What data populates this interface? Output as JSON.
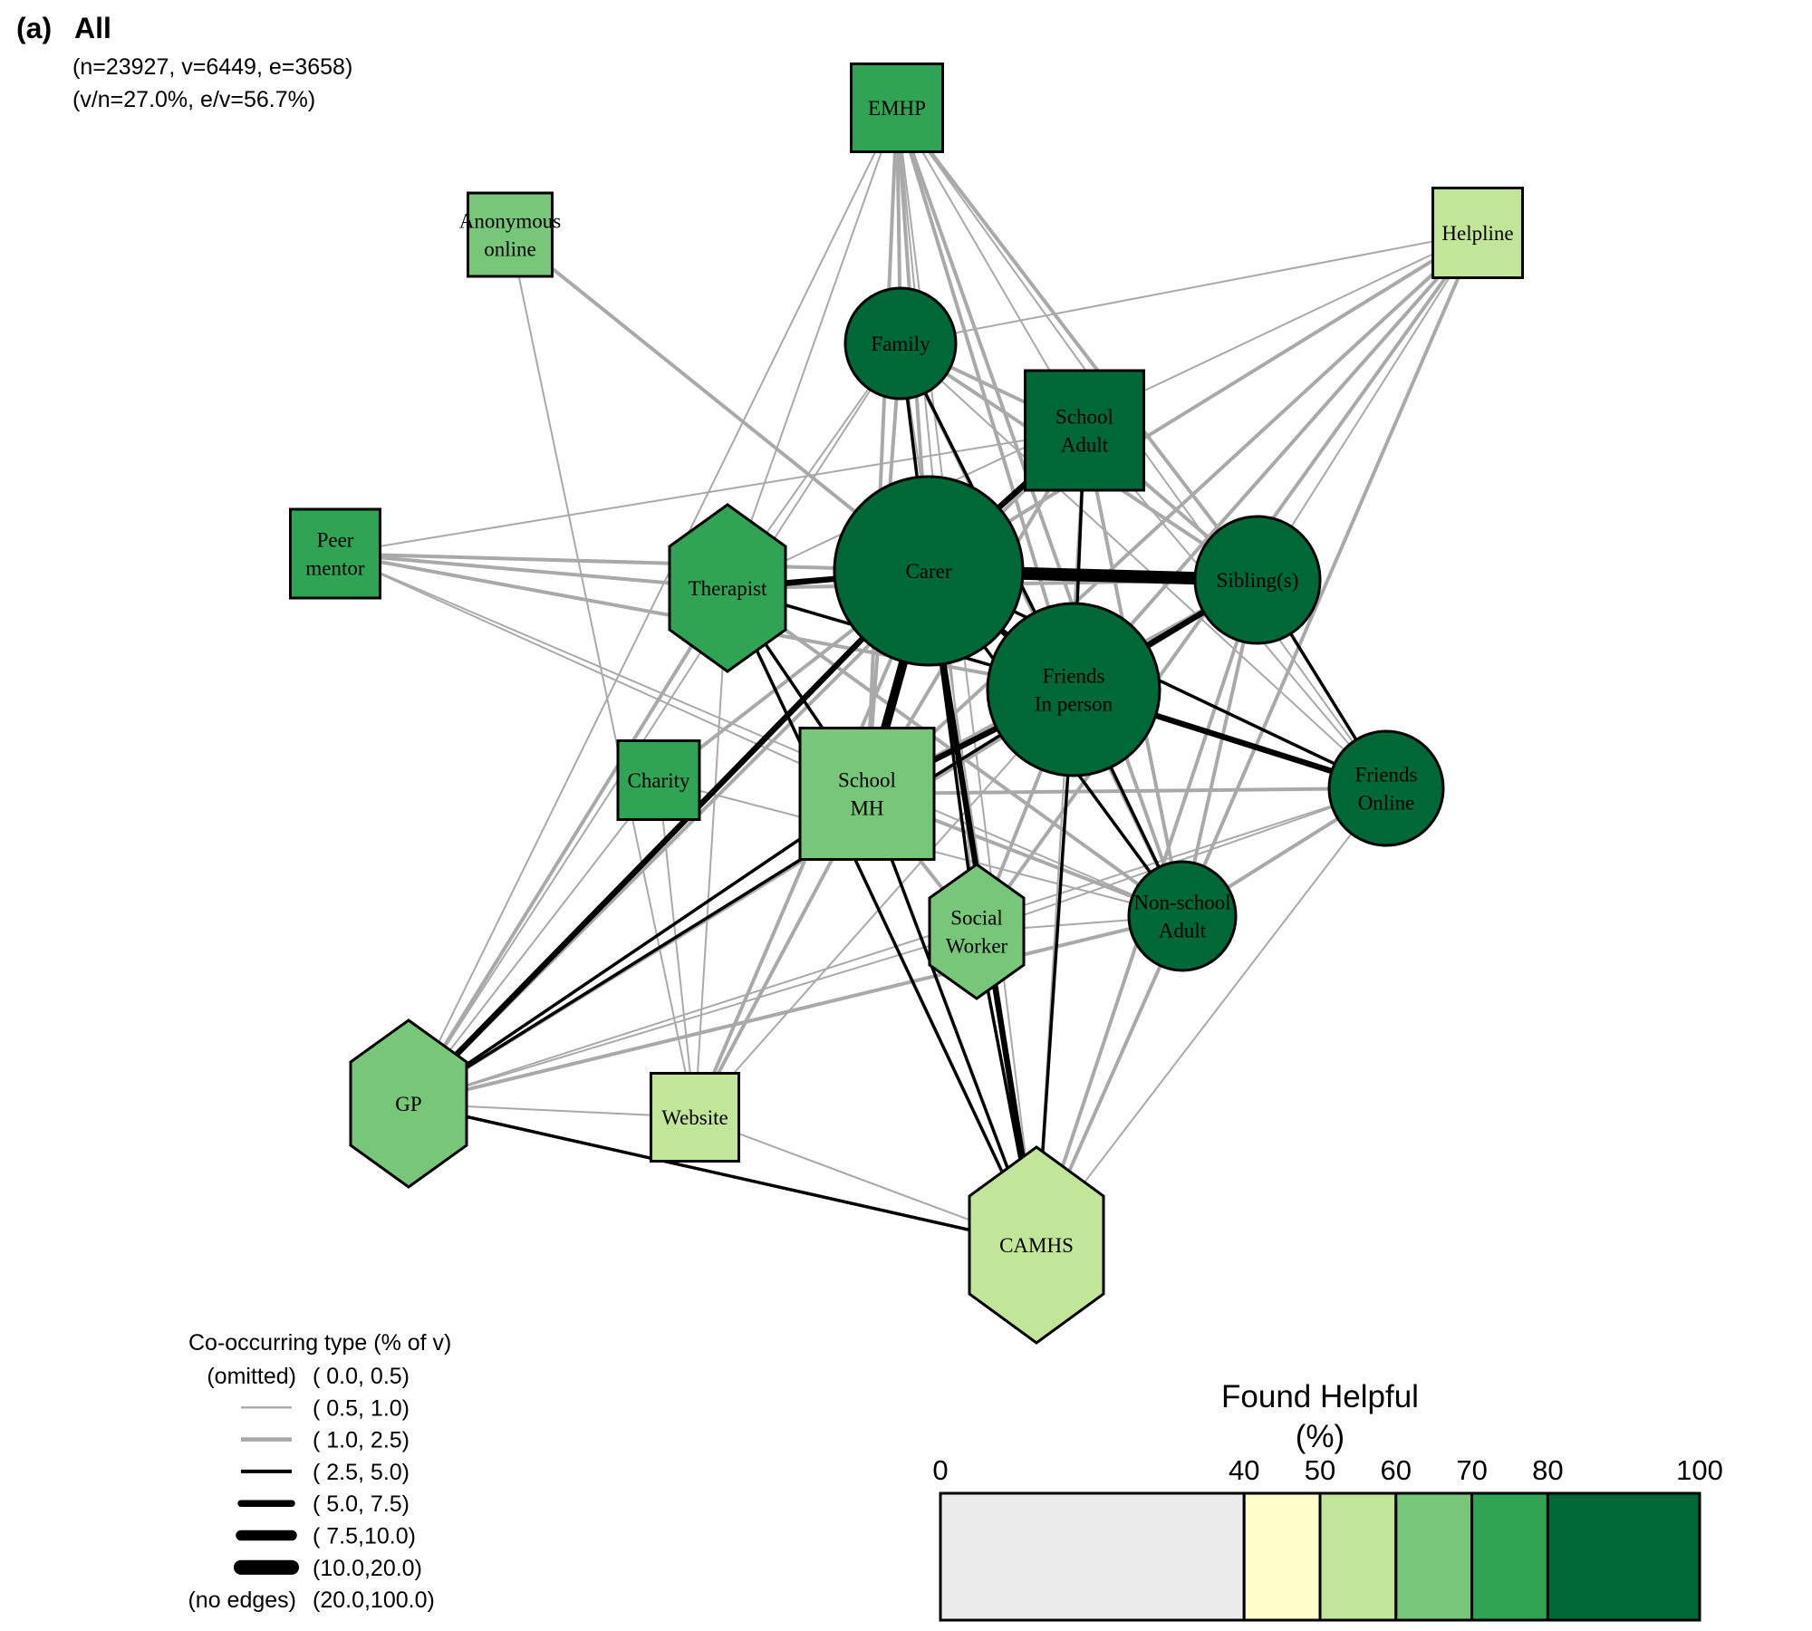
{
  "header": {
    "tag": "(a)",
    "title": "All",
    "stats_line1": "(n=23927, v=6449, e=3658)",
    "stats_line2": "(v/n=27.0%, e/v=56.7%)"
  },
  "chart_data": {
    "type": "network",
    "title": "All",
    "nodes": [
      {
        "id": "emhp",
        "label": [
          "EMHP"
        ],
        "shape": "square",
        "helpful_bin": "70-80"
      },
      {
        "id": "anon",
        "label": [
          "Anonymous",
          "online"
        ],
        "shape": "square",
        "helpful_bin": "60-70"
      },
      {
        "id": "helpline",
        "label": [
          "Helpline"
        ],
        "shape": "square",
        "helpful_bin": "50-60"
      },
      {
        "id": "family",
        "label": [
          "Family"
        ],
        "shape": "circle",
        "helpful_bin": "80-100"
      },
      {
        "id": "schooladult",
        "label": [
          "School",
          "Adult"
        ],
        "shape": "square",
        "helpful_bin": "80-100"
      },
      {
        "id": "peer",
        "label": [
          "Peer",
          "mentor"
        ],
        "shape": "square",
        "helpful_bin": "70-80"
      },
      {
        "id": "therapist",
        "label": [
          "Therapist"
        ],
        "shape": "hexagon",
        "helpful_bin": "70-80"
      },
      {
        "id": "carer",
        "label": [
          "Carer"
        ],
        "shape": "circle",
        "helpful_bin": "80-100"
      },
      {
        "id": "sibling",
        "label": [
          "Sibling(s)"
        ],
        "shape": "circle",
        "helpful_bin": "80-100"
      },
      {
        "id": "friendsip",
        "label": [
          "Friends",
          "In person"
        ],
        "shape": "circle",
        "helpful_bin": "80-100"
      },
      {
        "id": "charity",
        "label": [
          "Charity"
        ],
        "shape": "square",
        "helpful_bin": "70-80"
      },
      {
        "id": "schoolmh",
        "label": [
          "School",
          "MH"
        ],
        "shape": "square",
        "helpful_bin": "60-70"
      },
      {
        "id": "friendsonline",
        "label": [
          "Friends",
          "Online"
        ],
        "shape": "circle",
        "helpful_bin": "80-100"
      },
      {
        "id": "social",
        "label": [
          "Social",
          "Worker"
        ],
        "shape": "hexagon",
        "helpful_bin": "60-70"
      },
      {
        "id": "nonschool",
        "label": [
          "Non-school",
          "Adult"
        ],
        "shape": "circle",
        "helpful_bin": "80-100"
      },
      {
        "id": "gp",
        "label": [
          "GP"
        ],
        "shape": "hexagon",
        "helpful_bin": "60-70"
      },
      {
        "id": "website",
        "label": [
          "Website"
        ],
        "shape": "square",
        "helpful_bin": "50-60"
      },
      {
        "id": "camhs",
        "label": [
          "CAMHS"
        ],
        "shape": "hexagon",
        "helpful_bin": "50-60"
      }
    ],
    "edges": [
      {
        "a": "carer",
        "b": "sibling",
        "bin": "10.0-20.0"
      },
      {
        "a": "carer",
        "b": "schoolmh",
        "bin": "7.5-10.0"
      },
      {
        "a": "carer",
        "b": "friendsip",
        "bin": "5.0-7.5"
      },
      {
        "a": "carer",
        "b": "therapist",
        "bin": "5.0-7.5"
      },
      {
        "a": "carer",
        "b": "gp",
        "bin": "5.0-7.5"
      },
      {
        "a": "carer",
        "b": "camhs",
        "bin": "5.0-7.5"
      },
      {
        "a": "carer",
        "b": "schooladult",
        "bin": "5.0-7.5"
      },
      {
        "a": "friendsip",
        "b": "sibling",
        "bin": "5.0-7.5"
      },
      {
        "a": "friendsip",
        "b": "friendsonline",
        "bin": "5.0-7.5"
      },
      {
        "a": "friendsip",
        "b": "schoolmh",
        "bin": "5.0-7.5"
      },
      {
        "a": "carer",
        "b": "family",
        "bin": "2.5-5.0"
      },
      {
        "a": "friendsip",
        "b": "family",
        "bin": "2.5-5.0"
      },
      {
        "a": "friendsip",
        "b": "schooladult",
        "bin": "2.5-5.0"
      },
      {
        "a": "friendsip",
        "b": "nonschool",
        "bin": "2.5-5.0"
      },
      {
        "a": "friendsip",
        "b": "camhs",
        "bin": "2.5-5.0"
      },
      {
        "a": "friendsip",
        "b": "therapist",
        "bin": "2.5-5.0"
      },
      {
        "a": "sibling",
        "b": "friendsonline",
        "bin": "2.5-5.0"
      },
      {
        "a": "carer",
        "b": "friendsonline",
        "bin": "2.5-5.0"
      },
      {
        "a": "carer",
        "b": "nonschool",
        "bin": "2.5-5.0"
      },
      {
        "a": "therapist",
        "b": "schoolmh",
        "bin": "2.5-5.0"
      },
      {
        "a": "therapist",
        "b": "camhs",
        "bin": "2.5-5.0"
      },
      {
        "a": "gp",
        "b": "schoolmh",
        "bin": "2.5-5.0"
      },
      {
        "a": "gp",
        "b": "friendsip",
        "bin": "2.5-5.0"
      },
      {
        "a": "gp",
        "b": "camhs",
        "bin": "2.5-5.0"
      },
      {
        "a": "schoolmh",
        "b": "camhs",
        "bin": "2.5-5.0"
      },
      {
        "a": "social",
        "b": "camhs",
        "bin": "2.5-5.0"
      },
      {
        "a": "carer",
        "b": "social",
        "bin": "2.5-5.0"
      },
      {
        "a": "emhp",
        "b": "carer",
        "bin": "1.0-2.5"
      },
      {
        "a": "emhp",
        "b": "friendsip",
        "bin": "1.0-2.5"
      },
      {
        "a": "emhp",
        "b": "sibling",
        "bin": "1.0-2.5"
      },
      {
        "a": "emhp",
        "b": "family",
        "bin": "1.0-2.5"
      },
      {
        "a": "emhp",
        "b": "schoolmh",
        "bin": "1.0-2.5"
      },
      {
        "a": "emhp",
        "b": "nonschool",
        "bin": "1.0-2.5"
      },
      {
        "a": "helpline",
        "b": "carer",
        "bin": "1.0-2.5"
      },
      {
        "a": "helpline",
        "b": "friendsip",
        "bin": "1.0-2.5"
      },
      {
        "a": "helpline",
        "b": "schoolmh",
        "bin": "1.0-2.5"
      },
      {
        "a": "helpline",
        "b": "nonschool",
        "bin": "1.0-2.5"
      },
      {
        "a": "helpline",
        "b": "social",
        "bin": "1.0-2.5"
      },
      {
        "a": "peer",
        "b": "carer",
        "bin": "1.0-2.5"
      },
      {
        "a": "peer",
        "b": "friendsip",
        "bin": "1.0-2.5"
      },
      {
        "a": "anon",
        "b": "carer",
        "bin": "1.0-2.5"
      },
      {
        "a": "family",
        "b": "sibling",
        "bin": "1.0-2.5"
      },
      {
        "a": "family",
        "b": "schooladult",
        "bin": "1.0-2.5"
      },
      {
        "a": "family",
        "b": "schoolmh",
        "bin": "1.0-2.5"
      },
      {
        "a": "family",
        "b": "nonschool",
        "bin": "1.0-2.5"
      },
      {
        "a": "schooladult",
        "b": "sibling",
        "bin": "1.0-2.5"
      },
      {
        "a": "schooladult",
        "b": "schoolmh",
        "bin": "1.0-2.5"
      },
      {
        "a": "schooladult",
        "b": "nonschool",
        "bin": "1.0-2.5"
      },
      {
        "a": "schooladult",
        "b": "gp",
        "bin": "1.0-2.5"
      },
      {
        "a": "sibling",
        "b": "schoolmh",
        "bin": "1.0-2.5"
      },
      {
        "a": "sibling",
        "b": "nonschool",
        "bin": "1.0-2.5"
      },
      {
        "a": "sibling",
        "b": "camhs",
        "bin": "1.0-2.5"
      },
      {
        "a": "sibling",
        "b": "gp",
        "bin": "1.0-2.5"
      },
      {
        "a": "therapist",
        "b": "sibling",
        "bin": "1.0-2.5"
      },
      {
        "a": "therapist",
        "b": "gp",
        "bin": "1.0-2.5"
      },
      {
        "a": "therapist",
        "b": "nonschool",
        "bin": "1.0-2.5"
      },
      {
        "a": "friendsonline",
        "b": "schoolmh",
        "bin": "1.0-2.5"
      },
      {
        "a": "friendsonline",
        "b": "nonschool",
        "bin": "1.0-2.5"
      },
      {
        "a": "schoolmh",
        "b": "nonschool",
        "bin": "1.0-2.5"
      },
      {
        "a": "schoolmh",
        "b": "social",
        "bin": "1.0-2.5"
      },
      {
        "a": "schoolmh",
        "b": "website",
        "bin": "1.0-2.5"
      },
      {
        "a": "nonschool",
        "b": "camhs",
        "bin": "1.0-2.5"
      },
      {
        "a": "nonschool",
        "b": "gp",
        "bin": "1.0-2.5"
      },
      {
        "a": "carer",
        "b": "website",
        "bin": "1.0-2.5"
      },
      {
        "a": "carer",
        "b": "charity",
        "bin": "1.0-2.5"
      },
      {
        "a": "friendsip",
        "b": "social",
        "bin": "1.0-2.5"
      },
      {
        "a": "emhp",
        "b": "therapist",
        "bin": "0.5-1.0"
      },
      {
        "a": "emhp",
        "b": "schooladult",
        "bin": "0.5-1.0"
      },
      {
        "a": "emhp",
        "b": "camhs",
        "bin": "0.5-1.0"
      },
      {
        "a": "emhp",
        "b": "social",
        "bin": "0.5-1.0"
      },
      {
        "a": "emhp",
        "b": "gp",
        "bin": "0.5-1.0"
      },
      {
        "a": "emhp",
        "b": "friendsonline",
        "bin": "0.5-1.0"
      },
      {
        "a": "helpline",
        "b": "sibling",
        "bin": "0.5-1.0"
      },
      {
        "a": "helpline",
        "b": "family",
        "bin": "0.5-1.0"
      },
      {
        "a": "helpline",
        "b": "therapist",
        "bin": "0.5-1.0"
      },
      {
        "a": "anon",
        "b": "website",
        "bin": "0.5-1.0"
      },
      {
        "a": "peer",
        "b": "schooladult",
        "bin": "0.5-1.0"
      },
      {
        "a": "peer",
        "b": "nonschool",
        "bin": "0.5-1.0"
      },
      {
        "a": "peer",
        "b": "therapist",
        "bin": "1.0-2.5"
      },
      {
        "a": "peer",
        "b": "schoolmh",
        "bin": "0.5-1.0"
      },
      {
        "a": "family",
        "b": "gp",
        "bin": "0.5-1.0"
      },
      {
        "a": "family",
        "b": "camhs",
        "bin": "0.5-1.0"
      },
      {
        "a": "family",
        "b": "therapist",
        "bin": "0.5-1.0"
      },
      {
        "a": "family",
        "b": "friendsonline",
        "bin": "0.5-1.0"
      },
      {
        "a": "schooladult",
        "b": "camhs",
        "bin": "0.5-1.0"
      },
      {
        "a": "schooladult",
        "b": "friendsonline",
        "bin": "0.5-1.0"
      },
      {
        "a": "charity",
        "b": "gp",
        "bin": "0.5-1.0"
      },
      {
        "a": "charity",
        "b": "website",
        "bin": "0.5-1.0"
      },
      {
        "a": "charity",
        "b": "nonschool",
        "bin": "0.5-1.0"
      },
      {
        "a": "therapist",
        "b": "website",
        "bin": "0.5-1.0"
      },
      {
        "a": "social",
        "b": "nonschool",
        "bin": "0.5-1.0"
      },
      {
        "a": "social",
        "b": "gp",
        "bin": "0.5-1.0"
      },
      {
        "a": "friendsonline",
        "b": "camhs",
        "bin": "0.5-1.0"
      },
      {
        "a": "friendsonline",
        "b": "social",
        "bin": "0.5-1.0"
      },
      {
        "a": "website",
        "b": "camhs",
        "bin": "0.5-1.0"
      },
      {
        "a": "website",
        "b": "friendsip",
        "bin": "0.5-1.0"
      },
      {
        "a": "gp",
        "b": "website",
        "bin": "0.5-1.0"
      },
      {
        "a": "gp",
        "b": "friendsonline",
        "bin": "0.5-1.0"
      }
    ],
    "edge_legend": {
      "title": "Co-occurring type (% of v)",
      "items": [
        {
          "marker": "(omitted)",
          "range": "( 0.0, 0.5)",
          "style": "none"
        },
        {
          "marker": "",
          "range": "( 0.5, 1.0)",
          "style": "0.5-1.0"
        },
        {
          "marker": "",
          "range": "( 1.0, 2.5)",
          "style": "1.0-2.5"
        },
        {
          "marker": "",
          "range": "( 2.5, 5.0)",
          "style": "2.5-5.0"
        },
        {
          "marker": "",
          "range": "( 5.0, 7.5)",
          "style": "5.0-7.5"
        },
        {
          "marker": "",
          "range": "( 7.5,10.0)",
          "style": "7.5-10.0"
        },
        {
          "marker": "",
          "range": "(10.0,20.0)",
          "style": "10.0-20.0"
        },
        {
          "marker": "(no edges)",
          "range": "(20.0,100.0)",
          "style": "none"
        }
      ]
    },
    "color_legend": {
      "title_line1": "Found Helpful",
      "title_line2": "(%)",
      "breaks": [
        0,
        40,
        50,
        60,
        70,
        80,
        100
      ],
      "tick_labels": [
        "0",
        "40",
        "50",
        "60",
        "70",
        "80",
        "100"
      ],
      "bins": [
        {
          "range": "0-40",
          "color": "#ececec"
        },
        {
          "range": "40-50",
          "color": "#ffffcc"
        },
        {
          "range": "50-60",
          "color": "#c2e699"
        },
        {
          "range": "60-70",
          "color": "#78c679"
        },
        {
          "range": "70-80",
          "color": "#31a354"
        },
        {
          "range": "80-100",
          "color": "#006837"
        }
      ]
    }
  }
}
